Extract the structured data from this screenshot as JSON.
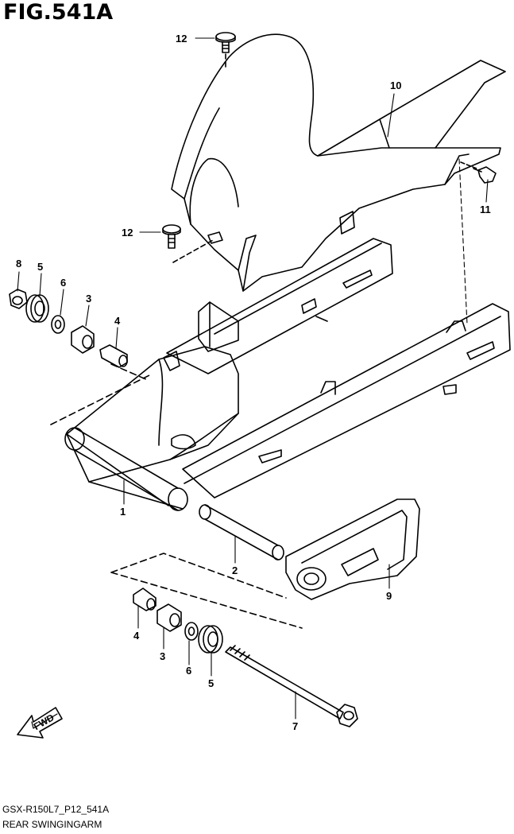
{
  "figure": {
    "title": "FIG.541A",
    "code": "GSX-R150L7_P12_541A",
    "caption": "REAR SWINGINGARM",
    "direction_label": "FWD"
  },
  "parts": {
    "swingarm": "1",
    "pivot_shaft": "2",
    "bearing_right": "3",
    "bearing_left": "3",
    "spacer_right": "4",
    "spacer_left": "4",
    "dust_seal_right": "5",
    "dust_seal_left": "5",
    "washer_right": "6",
    "washer_left": "6",
    "pivot_bolt": "7",
    "pivot_nut": "8",
    "chain_case": "9",
    "rear_fender": "10",
    "fender_bolt": "11",
    "fender_screw_top": "12",
    "fender_screw_left": "12"
  }
}
